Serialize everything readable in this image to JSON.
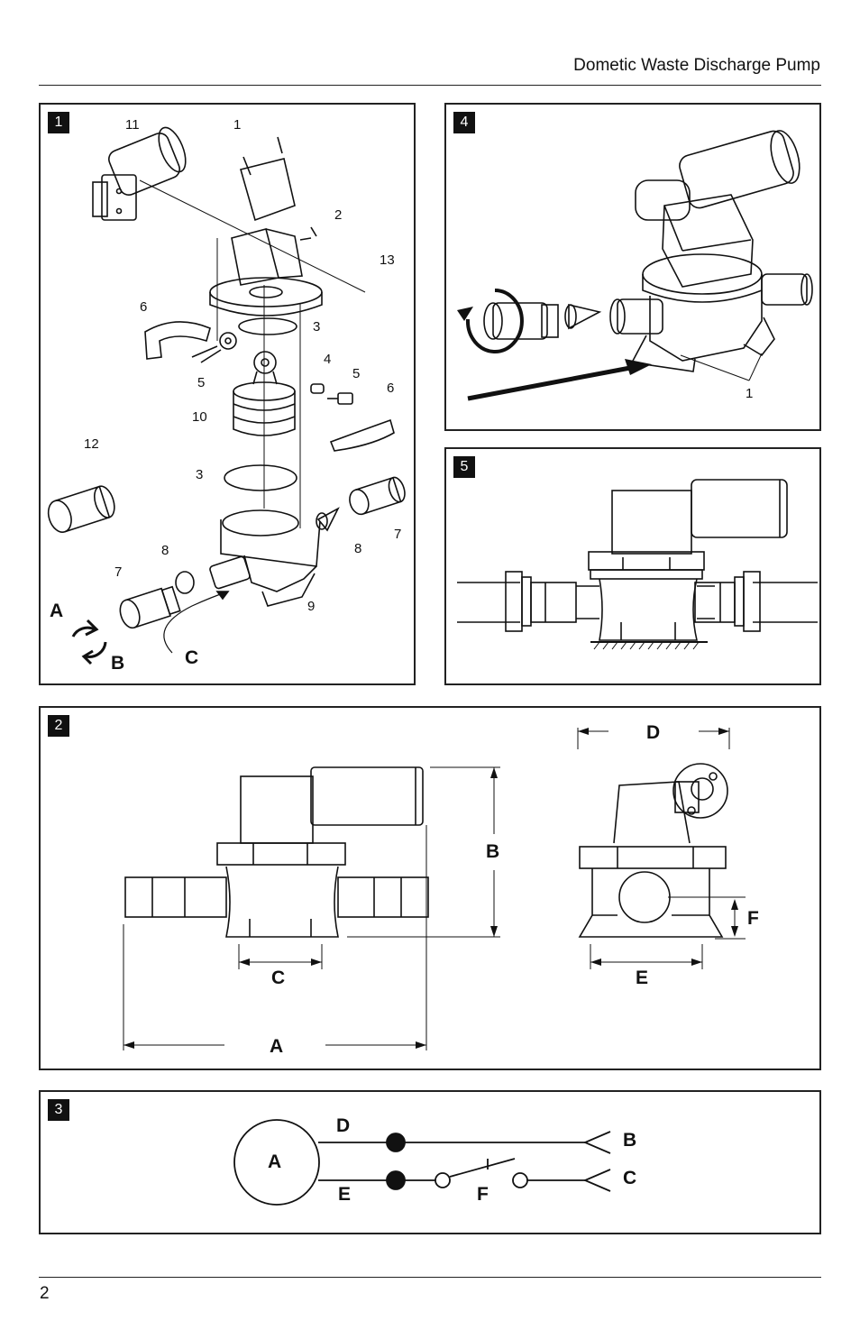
{
  "header": {
    "title": "Dometic Waste Discharge Pump"
  },
  "footer": {
    "page_number": "2"
  },
  "figures": {
    "fig1": {
      "badge": "1",
      "callouts": [
        "11",
        "1",
        "2",
        "13",
        "6",
        "3",
        "4",
        "5",
        "5",
        "6",
        "10",
        "12",
        "3",
        "7",
        "8",
        "8",
        "7",
        "9"
      ],
      "rotation_labels": {
        "a": "A",
        "b": "B",
        "c": "C"
      }
    },
    "fig4": {
      "badge": "4",
      "callouts": [
        "1"
      ]
    },
    "fig5": {
      "badge": "5"
    },
    "fig2": {
      "badge": "2",
      "dimensions": {
        "a": "A",
        "b": "B",
        "c": "C",
        "d": "D",
        "e": "E",
        "f": "F"
      }
    },
    "fig3": {
      "badge": "3",
      "labels": {
        "a": "A",
        "b": "B",
        "c": "C",
        "d": "D",
        "e": "E",
        "f": "F"
      }
    }
  }
}
